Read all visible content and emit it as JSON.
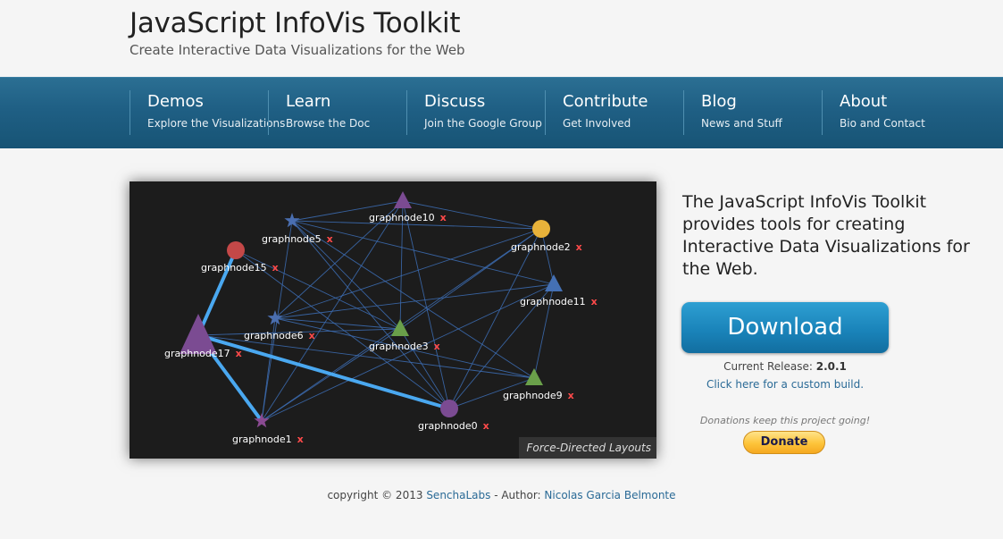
{
  "header": {
    "title": "JavaScript InfoVis Toolkit",
    "subtitle": "Create Interactive Data Visualizations for the Web"
  },
  "nav": [
    {
      "title": "Demos",
      "sub": "Explore the Visualizations"
    },
    {
      "title": "Learn",
      "sub": "Browse the Doc"
    },
    {
      "title": "Discuss",
      "sub": "Join the Google Group"
    },
    {
      "title": "Contribute",
      "sub": "Get Involved"
    },
    {
      "title": "Blog",
      "sub": "News and Stuff"
    },
    {
      "title": "About",
      "sub": "Bio and Contact"
    }
  ],
  "viz": {
    "caption": "Force-Directed Layouts",
    "remove_glyph": "x",
    "nodes": [
      {
        "id": "graphnode10",
        "label": "graphnode10",
        "shape": "triangle",
        "color": "#7b4b92"
      },
      {
        "id": "graphnode5",
        "label": "graphnode5",
        "shape": "star",
        "color": "#4a6eb0"
      },
      {
        "id": "graphnode2",
        "label": "graphnode2",
        "shape": "circle",
        "color": "#e8b23a"
      },
      {
        "id": "graphnode15",
        "label": "graphnode15",
        "shape": "circle",
        "color": "#c44848"
      },
      {
        "id": "graphnode11",
        "label": "graphnode11",
        "shape": "triangle",
        "color": "#4470b4"
      },
      {
        "id": "graphnode6",
        "label": "graphnode6",
        "shape": "star",
        "color": "#4a6eb0"
      },
      {
        "id": "graphnode3",
        "label": "graphnode3",
        "shape": "triangle",
        "color": "#6aa04a"
      },
      {
        "id": "graphnode17",
        "label": "graphnode17",
        "shape": "triangle-large",
        "color": "#7b4b92"
      },
      {
        "id": "graphnode9",
        "label": "graphnode9",
        "shape": "triangle",
        "color": "#6aa04a"
      },
      {
        "id": "graphnode0",
        "label": "graphnode0",
        "shape": "circle",
        "color": "#7b4b92"
      },
      {
        "id": "graphnode1",
        "label": "graphnode1",
        "shape": "star",
        "color": "#8a4a92"
      }
    ],
    "edge_color": "#3d6fb6",
    "highlight_color": "#4aa8f0",
    "edges": [
      [
        "graphnode10",
        "graphnode2"
      ],
      [
        "graphnode10",
        "graphnode3"
      ],
      [
        "graphnode10",
        "graphnode1"
      ],
      [
        "graphnode10",
        "graphnode5"
      ],
      [
        "graphnode10",
        "graphnode0"
      ],
      [
        "graphnode10",
        "graphnode6"
      ],
      [
        "graphnode5",
        "graphnode2"
      ],
      [
        "graphnode5",
        "graphnode3"
      ],
      [
        "graphnode5",
        "graphnode9"
      ],
      [
        "graphnode5",
        "graphnode1"
      ],
      [
        "graphnode5",
        "graphnode11"
      ],
      [
        "graphnode5",
        "graphnode0"
      ],
      [
        "graphnode2",
        "graphnode6"
      ],
      [
        "graphnode2",
        "graphnode3"
      ],
      [
        "graphnode2",
        "graphnode11"
      ],
      [
        "graphnode2",
        "graphnode0"
      ],
      [
        "graphnode2",
        "graphnode1"
      ],
      [
        "graphnode11",
        "graphnode6"
      ],
      [
        "graphnode11",
        "graphnode1"
      ],
      [
        "graphnode11",
        "graphnode0"
      ],
      [
        "graphnode11",
        "graphnode9"
      ],
      [
        "graphnode15",
        "graphnode3"
      ],
      [
        "graphnode15",
        "graphnode0"
      ],
      [
        "graphnode6",
        "graphnode3"
      ],
      [
        "graphnode6",
        "graphnode9"
      ],
      [
        "graphnode6",
        "graphnode1"
      ],
      [
        "graphnode3",
        "graphnode1"
      ],
      [
        "graphnode3",
        "graphnode0"
      ],
      [
        "graphnode3",
        "graphnode17"
      ],
      [
        "graphnode17",
        "graphnode9"
      ],
      [
        "graphnode9",
        "graphnode0"
      ]
    ],
    "highlighted_edges": [
      [
        "graphnode17",
        "graphnode15"
      ],
      [
        "graphnode17",
        "graphnode0"
      ],
      [
        "graphnode17",
        "graphnode1"
      ]
    ]
  },
  "intro": "The JavaScript InfoVis Toolkit provides tools for creating Interactive Data Visualizations for the Web.",
  "download_label": "Download",
  "release": {
    "label": "Current Release:",
    "version": "2.0.1"
  },
  "custom_build": "Click here for a custom build.",
  "donate": {
    "note": "Donations keep this project going!",
    "button": "Donate"
  },
  "footer": {
    "copyright": "copyright © 2013",
    "org": "SenchaLabs",
    "author_label": " - Author:",
    "author": "Nicolas Garcia Belmonte"
  },
  "colors": {
    "nav_bg": "#1f5f84",
    "download_blue": "#1a84ba",
    "donate_yellow": "#fdc43a",
    "link": "#2a6a96"
  }
}
